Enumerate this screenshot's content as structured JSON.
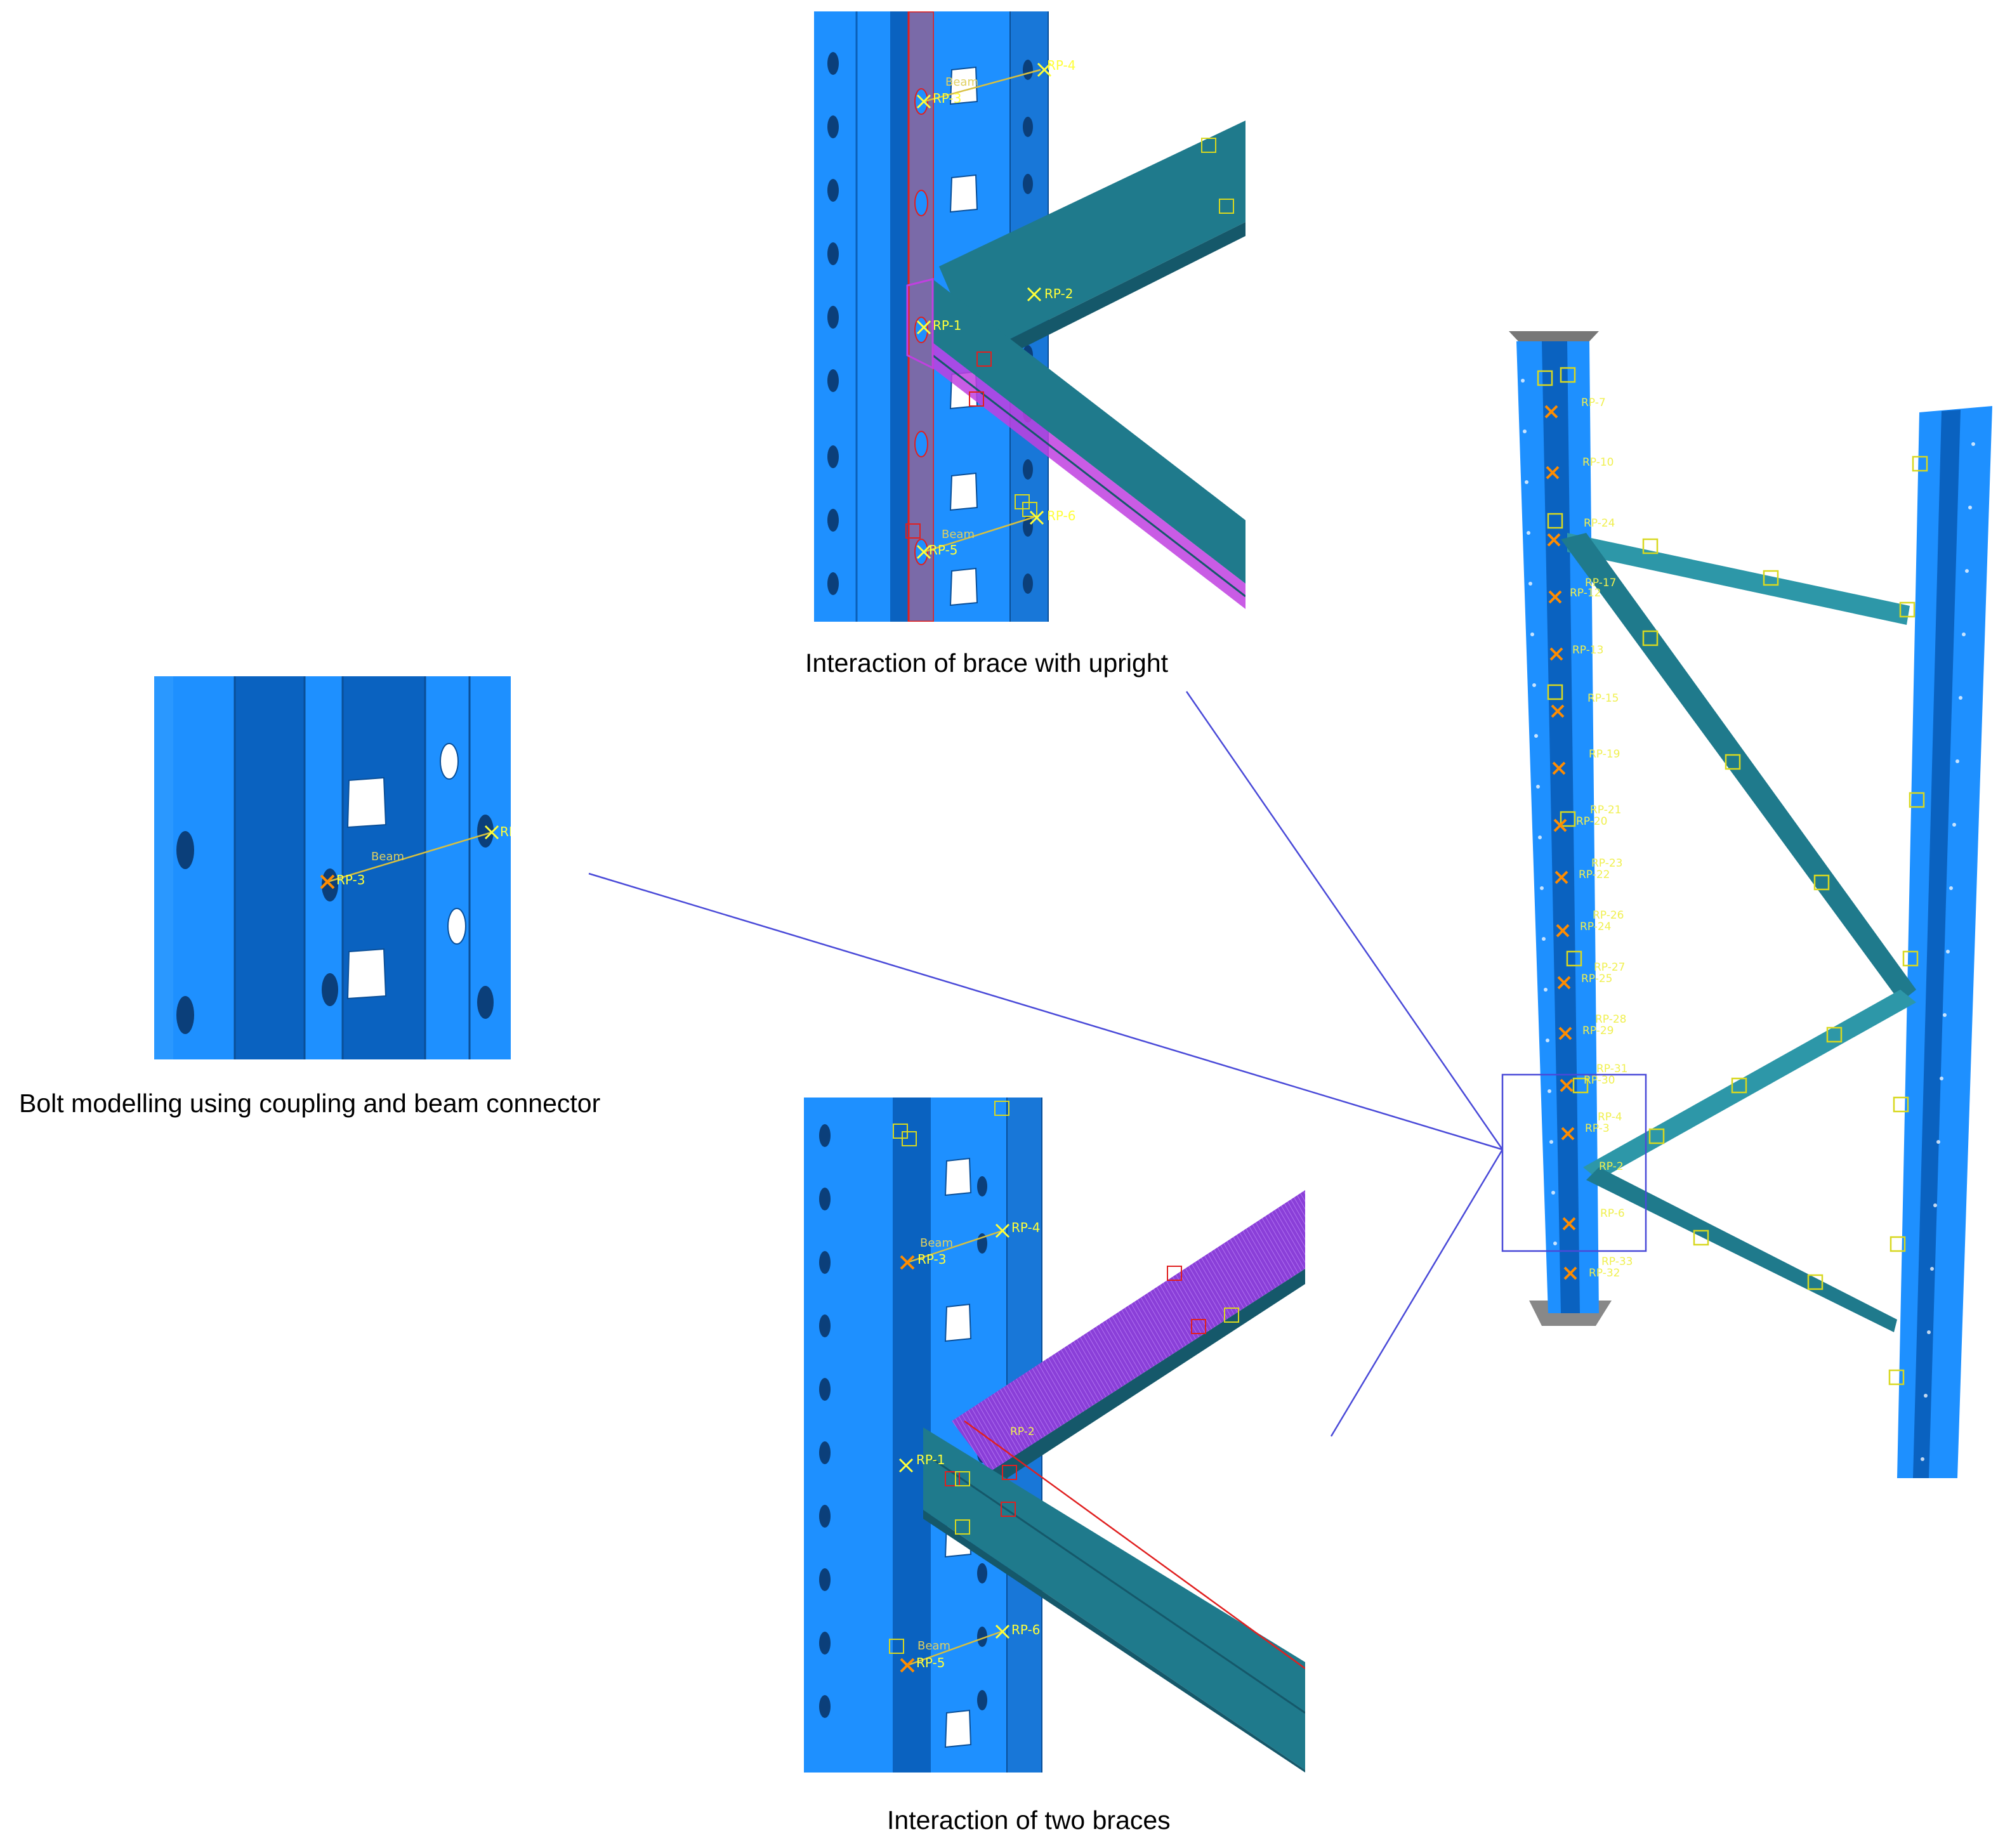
{
  "captions": {
    "bolt": "Bolt modelling using coupling and beam connector",
    "brace_upright": "Interaction of brace with upright",
    "two_braces": "Interaction of two braces"
  },
  "labels": {
    "beam": "Beam",
    "rp1": "RP-1",
    "rp2": "RP-2",
    "rp3": "RP-3",
    "rp4": "RP-4",
    "rp5": "RP-5",
    "rp6": "RP-6"
  },
  "frame_labels": [
    "RP-7",
    "RP-10",
    "RP-24",
    "RP-17",
    "RP-12",
    "RP-13",
    "RP-15",
    "RP-19",
    "RP-21",
    "RP-20",
    "RP-23",
    "RP-22",
    "RP-26",
    "RP-24",
    "RP-27",
    "RP-25",
    "RP-28",
    "RP-29",
    "RP-31",
    "RP-30",
    "RP-4",
    "RP-3",
    "RP-2",
    "RP-6",
    "RP-33",
    "RP-32"
  ],
  "colors": {
    "upright": "#1e90ff",
    "upright_dark": "#0a5fb8",
    "brace": "#1f7a8c",
    "brace_dark": "#15586a",
    "highlight_magenta": "#c040e0",
    "highlight_red": "#e02020",
    "reference_point": "#ffff3a",
    "leader_line": "#4a4ad8"
  }
}
